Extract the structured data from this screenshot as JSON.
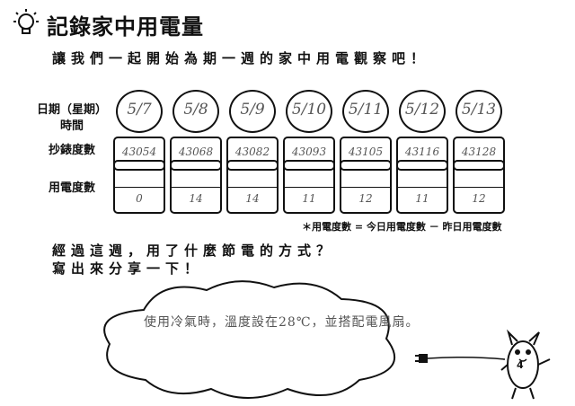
{
  "title": "記錄家中用電量",
  "intro": "讓我們一起開始為期一週的家中用電觀察吧！",
  "labels": {
    "date": "日期（星期）\n時間",
    "meter": "抄錶度數",
    "usage": "用電度數"
  },
  "days": [
    {
      "date": "5/7",
      "meter": "43054",
      "usage": "0"
    },
    {
      "date": "5/8",
      "meter": "43068",
      "usage": "14"
    },
    {
      "date": "5/9",
      "meter": "43082",
      "usage": "14"
    },
    {
      "date": "5/10",
      "meter": "43093",
      "usage": "11"
    },
    {
      "date": "5/11",
      "meter": "43105",
      "usage": "12"
    },
    {
      "date": "5/12",
      "meter": "43116",
      "usage": "11"
    },
    {
      "date": "5/13",
      "meter": "43128",
      "usage": "12"
    }
  ],
  "formula_note": "＊用電度數 = 今日用電度數 － 昨日用電度數",
  "question_line1": "經過這週，用了什麼節電的方式？",
  "question_line2": "寫出來分享一下！",
  "answer": "使用冷氣時，溫度設在28℃，並搭配電風扇。",
  "page_number": "4"
}
